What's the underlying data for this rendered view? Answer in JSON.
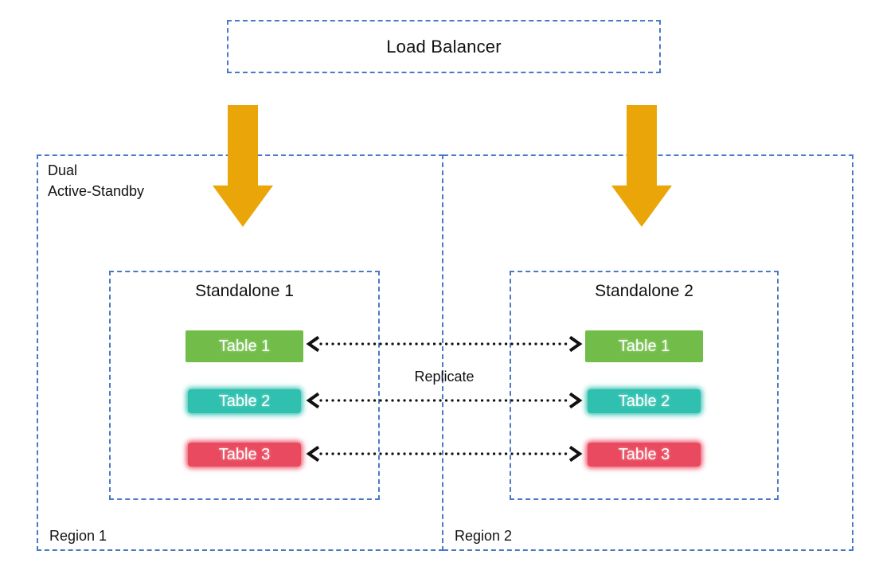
{
  "load_balancer": {
    "label": "Load Balancer"
  },
  "dual_label": {
    "line1": "Dual",
    "line2": "Active-Standby"
  },
  "replicate_label": "Replicate",
  "regions": [
    {
      "label": "Region 1",
      "standalone": {
        "title": "Standalone 1",
        "tables": [
          {
            "label": "Table 1",
            "color": "#72BD49"
          },
          {
            "label": "Table 2",
            "color": "#30C0B0"
          },
          {
            "label": "Table 3",
            "color": "#E94A5F"
          }
        ]
      }
    },
    {
      "label": "Region 2",
      "standalone": {
        "title": "Standalone 2",
        "tables": [
          {
            "label": "Table 1",
            "color": "#72BD49"
          },
          {
            "label": "Table 2",
            "color": "#30C0B0"
          },
          {
            "label": "Table 3",
            "color": "#E94A5F"
          }
        ]
      }
    }
  ],
  "icons": {
    "flow_arrows": [
      "down-arrow",
      "down-arrow"
    ],
    "replication_arrows": "dotted-double-headed-arrow"
  },
  "colors": {
    "border_blue": "#4A78C8",
    "arrow_gold": "#EAA608",
    "arrow_glow": "#FFE9B5",
    "replicate_arrow": "#111111",
    "table_green": "#72BD49",
    "table_teal": "#30C0B0",
    "table_red": "#E94A5F",
    "background": "#FFFFFF"
  }
}
